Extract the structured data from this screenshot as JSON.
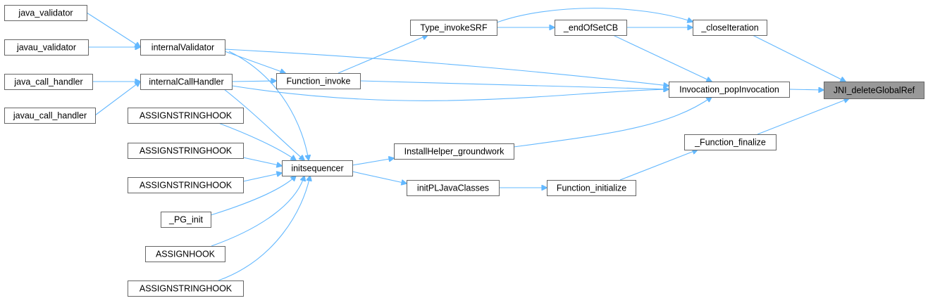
{
  "diagram": {
    "kind": "call-graph",
    "colors": {
      "edge": "#63b8ff",
      "node_border": "#666666",
      "target_fill": "#999999",
      "node_fill": "#ffffff"
    },
    "nodes": [
      {
        "id": "java_validator",
        "label": "java_validator"
      },
      {
        "id": "javau_validator",
        "label": "javau_validator"
      },
      {
        "id": "java_call_handler",
        "label": "java_call_handler"
      },
      {
        "id": "javau_call_handler",
        "label": "javau_call_handler"
      },
      {
        "id": "internalValidator",
        "label": "internalValidator"
      },
      {
        "id": "internalCallHandler",
        "label": "internalCallHandler"
      },
      {
        "id": "ASSIGNSTRINGHOOK_1",
        "label": "ASSIGNSTRINGHOOK"
      },
      {
        "id": "ASSIGNSTRINGHOOK_2",
        "label": "ASSIGNSTRINGHOOK"
      },
      {
        "id": "ASSIGNSTRINGHOOK_3",
        "label": "ASSIGNSTRINGHOOK"
      },
      {
        "id": "_PG_init",
        "label": "_PG_init"
      },
      {
        "id": "ASSIGNHOOK",
        "label": "ASSIGNHOOK"
      },
      {
        "id": "ASSIGNSTRINGHOOK_4",
        "label": "ASSIGNSTRINGHOOK"
      },
      {
        "id": "Function_invoke",
        "label": "Function_invoke"
      },
      {
        "id": "initsequencer",
        "label": "initsequencer"
      },
      {
        "id": "Type_invokeSRF",
        "label": "Type_invokeSRF"
      },
      {
        "id": "InstallHelper_groundwork",
        "label": "InstallHelper_groundwork"
      },
      {
        "id": "initPLJavaClasses",
        "label": "initPLJavaClasses"
      },
      {
        "id": "_endOfSetCB",
        "label": "_endOfSetCB"
      },
      {
        "id": "Function_initialize",
        "label": "Function_initialize"
      },
      {
        "id": "_closeIteration",
        "label": "_closeIteration"
      },
      {
        "id": "Invocation_popInvocation",
        "label": "Invocation_popInvocation"
      },
      {
        "id": "_Function_finalize",
        "label": "_Function_finalize"
      },
      {
        "id": "JNI_deleteGlobalRef",
        "label": "JNI_deleteGlobalRef",
        "highlighted": true
      }
    ],
    "edges": [
      {
        "from": "_closeIteration",
        "to": "JNI_deleteGlobalRef"
      },
      {
        "from": "Invocation_popInvocation",
        "to": "JNI_deleteGlobalRef"
      },
      {
        "from": "_Function_finalize",
        "to": "JNI_deleteGlobalRef"
      },
      {
        "from": "Type_invokeSRF",
        "to": "_closeIteration"
      },
      {
        "from": "_endOfSetCB",
        "to": "_closeIteration"
      },
      {
        "from": "Type_invokeSRF",
        "to": "_endOfSetCB"
      },
      {
        "from": "_endOfSetCB",
        "to": "Invocation_popInvocation"
      },
      {
        "from": "internalValidator",
        "to": "Invocation_popInvocation"
      },
      {
        "from": "Function_invoke",
        "to": "Invocation_popInvocation"
      },
      {
        "from": "internalCallHandler",
        "to": "Invocation_popInvocation"
      },
      {
        "from": "InstallHelper_groundwork",
        "to": "Invocation_popInvocation"
      },
      {
        "from": "Function_initialize",
        "to": "_Function_finalize"
      },
      {
        "from": "initPLJavaClasses",
        "to": "Function_initialize"
      },
      {
        "from": "initsequencer",
        "to": "initPLJavaClasses"
      },
      {
        "from": "initsequencer",
        "to": "InstallHelper_groundwork"
      },
      {
        "from": "Function_invoke",
        "to": "Type_invokeSRF"
      },
      {
        "from": "internalValidator",
        "to": "Function_invoke"
      },
      {
        "from": "internalCallHandler",
        "to": "Function_invoke"
      },
      {
        "from": "java_validator",
        "to": "internalValidator"
      },
      {
        "from": "javau_validator",
        "to": "internalValidator"
      },
      {
        "from": "java_call_handler",
        "to": "internalCallHandler"
      },
      {
        "from": "javau_call_handler",
        "to": "internalCallHandler"
      },
      {
        "from": "internalValidator",
        "to": "initsequencer"
      },
      {
        "from": "internalCallHandler",
        "to": "initsequencer"
      },
      {
        "from": "ASSIGNSTRINGHOOK_1",
        "to": "initsequencer"
      },
      {
        "from": "ASSIGNSTRINGHOOK_2",
        "to": "initsequencer"
      },
      {
        "from": "ASSIGNSTRINGHOOK_3",
        "to": "initsequencer"
      },
      {
        "from": "_PG_init",
        "to": "initsequencer"
      },
      {
        "from": "ASSIGNHOOK",
        "to": "initsequencer"
      },
      {
        "from": "ASSIGNSTRINGHOOK_4",
        "to": "initsequencer"
      }
    ]
  }
}
